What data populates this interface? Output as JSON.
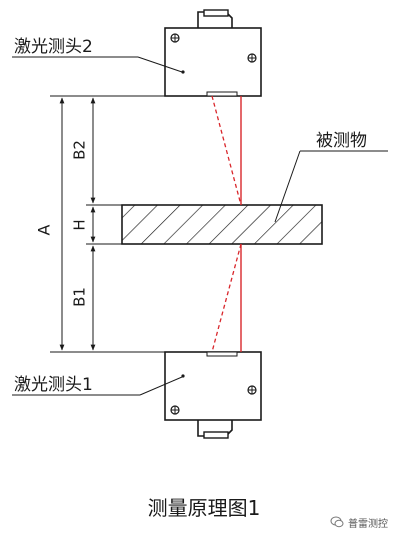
{
  "labels": {
    "sensor_top": "激光测头2",
    "sensor_bottom": "激光测头1",
    "object": "被测物",
    "dim_a": "A",
    "dim_b2": "B2",
    "dim_h": "H",
    "dim_b1": "B1"
  },
  "caption": "测量原理图1",
  "watermark": {
    "text": "普雷测控",
    "icon": "wechat-bubble-icon"
  },
  "colors": {
    "line": "#1a1a1a",
    "laser": "#d9262b",
    "hatch": "#1a1a1a"
  }
}
